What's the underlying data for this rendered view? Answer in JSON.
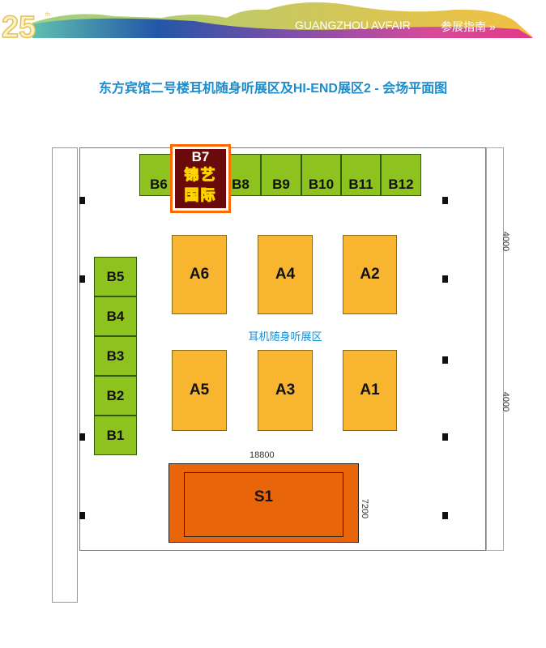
{
  "header": {
    "logo": "25th",
    "brand": "GUANGZHOU AVFAIR",
    "guide_link": "参展指南 »"
  },
  "title": "东方宾馆二号楼耳机随身听展区及HI-END展区2 - 会场平面图",
  "booths_top": [
    "B6",
    "B8",
    "B9",
    "B10",
    "B11",
    "B12"
  ],
  "highlight": {
    "booth": "B7",
    "name_line1": "锦艺",
    "name_line2": "国际",
    "color": "#6b0a0a",
    "border": "#ff6a00"
  },
  "booths_left": [
    "B5",
    "B4",
    "B3",
    "B2",
    "B1"
  ],
  "booths_a_top": [
    "A6",
    "A4",
    "A2"
  ],
  "booths_a_bottom": [
    "A5",
    "A3",
    "A1"
  ],
  "zone_label": "耳机随身听展区",
  "stage": {
    "label": "S1",
    "width_dim": "18800",
    "depth_dim": "7200"
  },
  "dims": [
    "4000",
    "4000"
  ]
}
